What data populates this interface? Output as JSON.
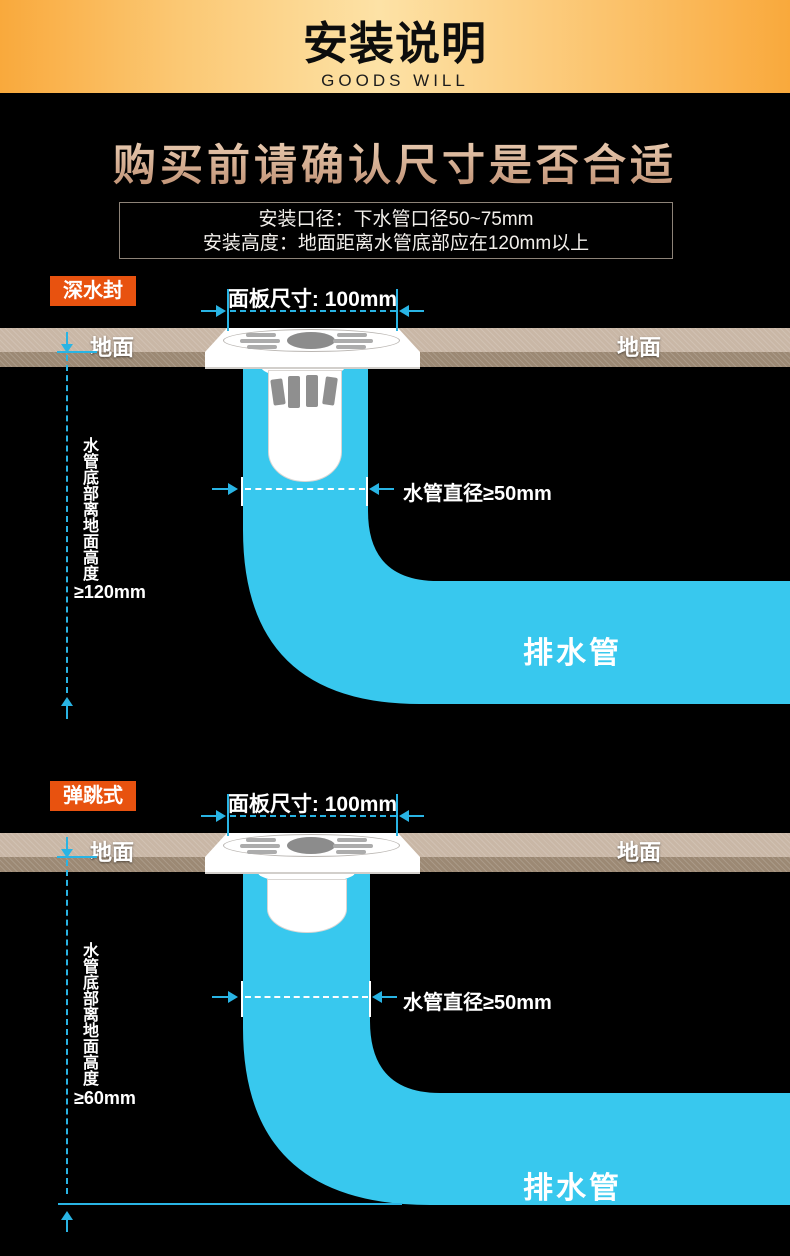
{
  "header": {
    "title": "安装说明",
    "subtitle": "GOODS WILL"
  },
  "notice": {
    "title": "购买前请确认尺寸是否合适",
    "lines": [
      "安装口径：下水管口径50~75mm",
      "安装高度：地面距离水管底部应在120mm以上"
    ]
  },
  "colors": {
    "header_orange": "#F9A93C",
    "header_light": "#FDE2A6",
    "accent_orange": "#E8520F",
    "pipe_cyan": "#38C8EE",
    "dimension_cyan": "#29B4E4",
    "ground_light": "#C9B7A6",
    "ground_dark": "#9C8974",
    "notice_title_text": "#D3AB8E",
    "background": "#000000"
  },
  "diagrams": [
    {
      "type_label": "深水封",
      "panel_size_label": "面板尺寸: 100mm",
      "ground_label_left": "地面",
      "ground_label_right": "地面",
      "height_label": "水管底部离地面高度",
      "height_value": "≥120mm",
      "diameter_label": "水管直径≥50mm",
      "pipe_label": "排水管"
    },
    {
      "type_label": "弹跳式",
      "panel_size_label": "面板尺寸: 100mm",
      "ground_label_left": "地面",
      "ground_label_right": "地面",
      "height_label": "水管底部离地面高度",
      "height_value": "≥60mm",
      "diameter_label": "水管直径≥50mm",
      "pipe_label": "排水管"
    }
  ]
}
